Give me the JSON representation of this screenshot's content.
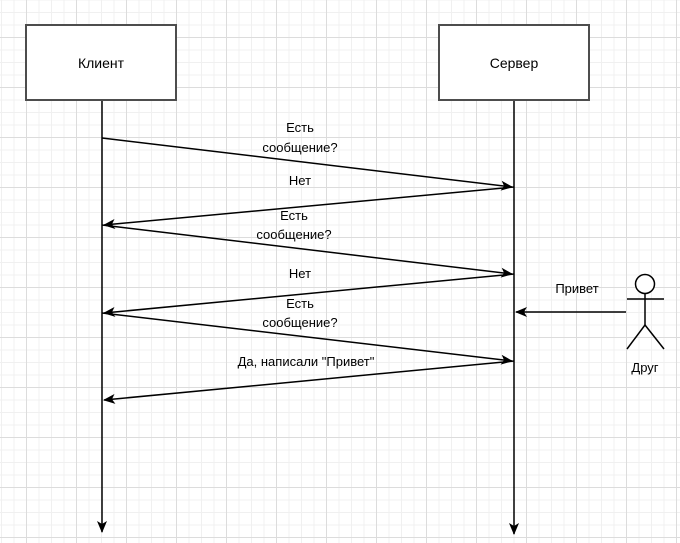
{
  "diagram": {
    "type": "sequence",
    "participants": [
      {
        "id": "client",
        "label": "Клиент"
      },
      {
        "id": "server",
        "label": "Сервер"
      }
    ],
    "actor": {
      "id": "friend",
      "label": "Друг"
    },
    "messages": [
      {
        "from": "client",
        "to": "server",
        "lines": [
          "Есть",
          "сообщение?"
        ]
      },
      {
        "from": "server",
        "to": "client",
        "lines": [
          "Нет"
        ]
      },
      {
        "from": "client",
        "to": "server",
        "lines": [
          "Есть",
          "сообщение?"
        ]
      },
      {
        "from": "server",
        "to": "client",
        "lines": [
          "Нет"
        ]
      },
      {
        "from": "client",
        "to": "server",
        "lines": [
          "Есть",
          "сообщение?"
        ]
      },
      {
        "from": "server",
        "to": "client",
        "lines": [
          "Да, написали \"Привет\""
        ]
      },
      {
        "from": "friend",
        "to": "server",
        "lines": [
          "Привет"
        ]
      }
    ]
  }
}
